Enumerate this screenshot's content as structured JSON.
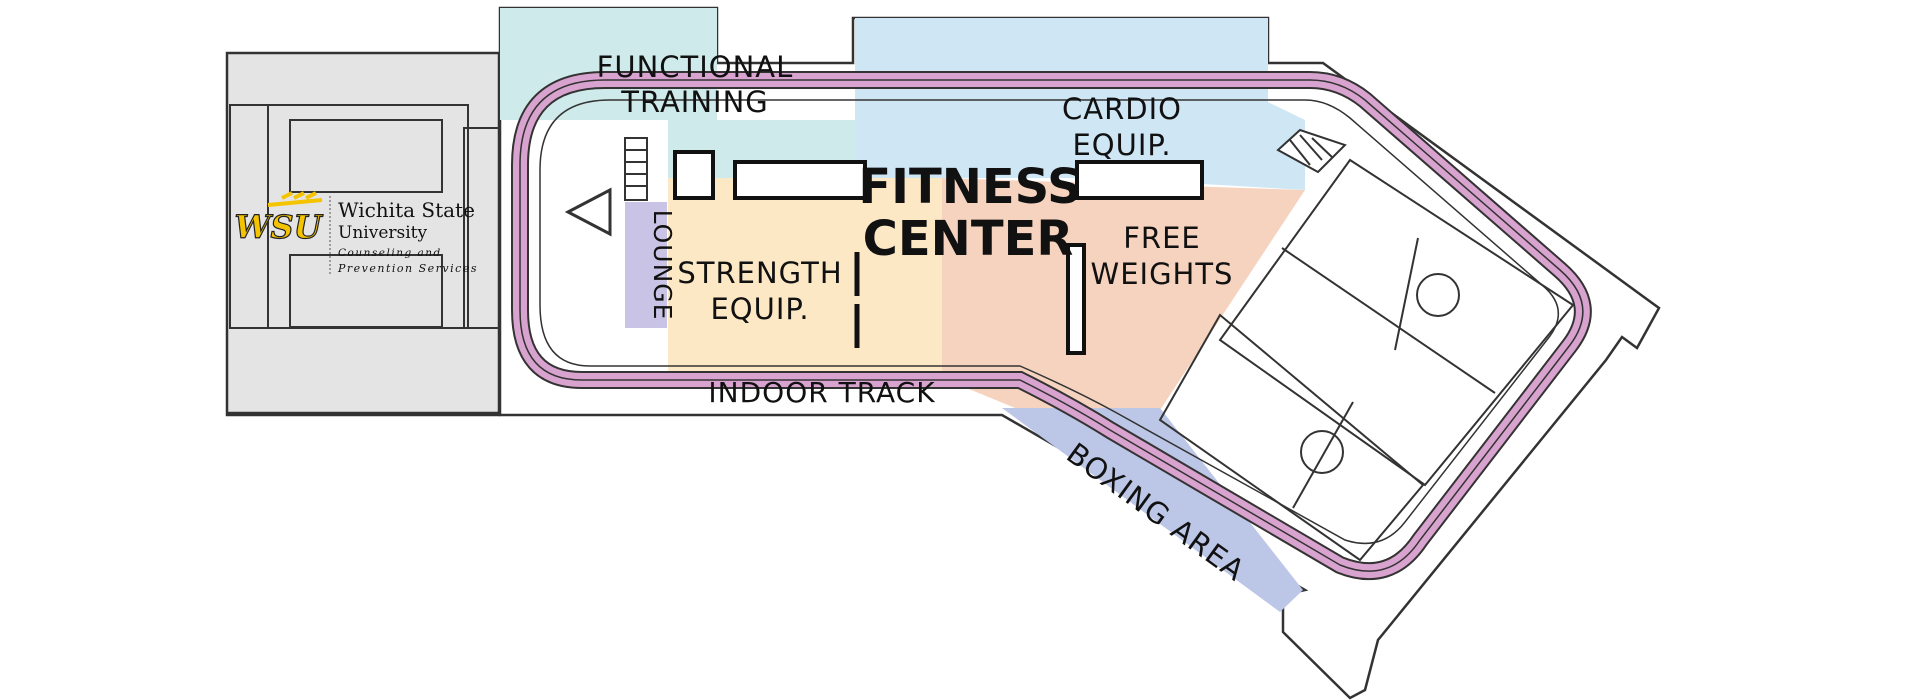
{
  "labels": {
    "functional_training_1": "FUNCTIONAL",
    "functional_training_2": "TRAINING",
    "cardio_1": "CARDIO",
    "cardio_2": "EQUIP.",
    "fitness_1": "FITNESS",
    "fitness_2": "CENTER",
    "free_weights_1": "FREE",
    "free_weights_2": "WEIGHTS",
    "strength_1": "STRENGTH",
    "strength_2": "EQUIP.",
    "lounge": "LOUNGE",
    "indoor_track": "INDOOR TRACK",
    "boxing_area": "BOXING AREA"
  },
  "logo": {
    "mark": "WSU",
    "name_1": "Wichita State",
    "name_2": "University",
    "dept_1": "Counseling and",
    "dept_2": "Prevention Services"
  },
  "colors": {
    "track": "#d9a3cf",
    "functional": "#cfeaea",
    "cardio": "#cfe6f5",
    "strength": "#fde8c6",
    "free_weights": "#f6d3bf",
    "lounge": "#c9c3e6",
    "boxing": "#bcc6e6",
    "building_gray": "#e4e4e4",
    "logo_gold": "#f5c400"
  }
}
